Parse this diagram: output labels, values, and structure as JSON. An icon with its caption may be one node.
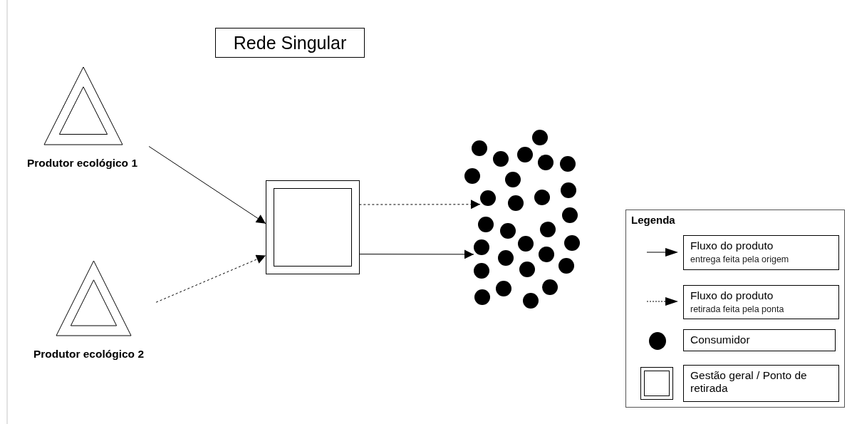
{
  "diagram": {
    "title": "Rede Singular",
    "nodes": [
      {
        "text": [
          "Produtor ecológico 1"
        ]
      },
      {
        "text": [
          "Produtor ecológico 2"
        ]
      },
      {
        "text": [],
        "shape": "box"
      },
      {
        "text": [],
        "shape": "circle"
      },
      {
        "text": [],
        "shape": "circle"
      },
      {
        "text": [],
        "shape": "circle"
      },
      {
        "text": [],
        "shape": "circle"
      },
      {
        "text": [],
        "shape": "circle"
      },
      {
        "text": [],
        "shape": "circle"
      },
      {
        "text": [],
        "shape": "circle"
      },
      {
        "text": [],
        "shape": "circle"
      },
      {
        "text": [],
        "shape": "circle"
      },
      {
        "text": [],
        "shape": "circle"
      },
      {
        "text": [],
        "shape": "circle"
      },
      {
        "text": [],
        "shape": "circle"
      },
      {
        "text": [],
        "shape": "circle"
      },
      {
        "text": [],
        "shape": "circle"
      },
      {
        "text": [],
        "shape": "circle"
      },
      {
        "text": [],
        "shape": "circle"
      },
      {
        "text": [],
        "shape": "circle"
      },
      {
        "text": [],
        "shape": "circle"
      },
      {
        "text": [],
        "shape": "circle"
      },
      {
        "text": [],
        "shape": "circle"
      },
      {
        "text": [],
        "shape": "circle"
      },
      {
        "text": [],
        "shape": "circle"
      },
      {
        "text": [],
        "shape": "circle"
      },
      {
        "text": [],
        "shape": "circle"
      },
      {
        "text": [],
        "shape": "circle"
      },
      {
        "text": [],
        "shape": "circle"
      },
      {
        "text": [],
        "shape": "circle"
      },
      {
        "text": [],
        "shape": "circle"
      }
    ],
    "edges": [
      {
        "from": 0,
        "to": 2,
        "arrow": "to"
      },
      {
        "from": 1,
        "to": 2,
        "arrow": "to",
        "style": "dashed"
      },
      {
        "from": 2,
        "to": 13,
        "arrow": "to",
        "style": "dashed"
      },
      {
        "from": 2,
        "to": 21,
        "arrow": "to"
      }
    ],
    "labels": [
      "Legenda",
      "entrega feita pela origem",
      "retirada feita pela ponta"
    ],
    "legend": [
      {
        "text": "Fluxo do produto"
      },
      {
        "text": "Fluxo do produto"
      },
      {
        "text": "Consumidor"
      },
      {
        "text": "Gestão geral / Ponto de retirada"
      }
    ]
  }
}
